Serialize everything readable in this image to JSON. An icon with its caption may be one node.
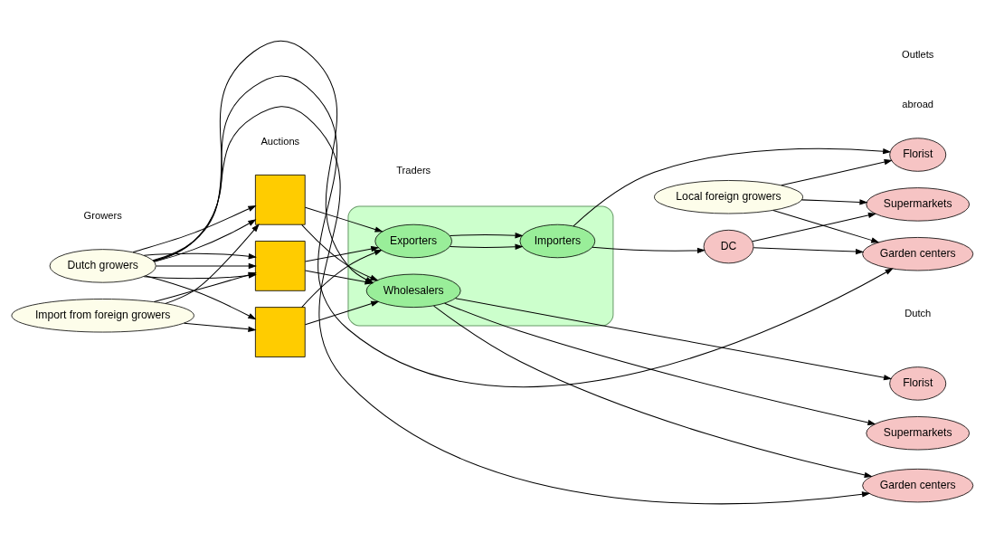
{
  "diagram": {
    "nodes": [
      {
        "text": [
          "Dutch growers"
        ]
      },
      {
        "text": [
          "Import from foreign growers"
        ]
      },
      {
        "text": [],
        "shape": "box"
      },
      {
        "text": [],
        "shape": "box"
      },
      {
        "text": [],
        "shape": "box"
      },
      {
        "text": [],
        "shape": "ellipse"
      },
      {
        "text": [
          "Exporters"
        ],
        "in": 5
      },
      {
        "text": [
          "Wholesalers"
        ],
        "in": 5
      },
      {
        "text": [
          "Importers"
        ],
        "in": 5
      },
      {
        "text": [
          "Local foreign growers"
        ]
      },
      {
        "text": [
          "DC"
        ]
      },
      {
        "text": [
          "Florist"
        ]
      },
      {
        "text": [
          "Supermarkets"
        ]
      },
      {
        "text": [
          "Garden centers"
        ]
      },
      {
        "text": [
          "Florist"
        ]
      },
      {
        "text": [
          "Supermarkets"
        ]
      },
      {
        "text": [
          "Garden centers"
        ]
      }
    ],
    "edges": [
      {
        "from": 0,
        "to": 3,
        "arrow": "to"
      },
      {
        "from": 0,
        "to": 4,
        "arrow": "to"
      },
      {
        "from": 0,
        "to": 3,
        "arrow": "to"
      },
      {
        "from": 0,
        "to": 2,
        "arrow": "to"
      },
      {
        "from": 0,
        "to": 2,
        "arrow": "to"
      },
      {
        "from": 0,
        "to": 3,
        "arrow": "to"
      },
      {
        "from": 1,
        "to": 2,
        "arrow": "to"
      },
      {
        "from": 1,
        "to": 3,
        "arrow": "to"
      },
      {
        "from": 1,
        "to": 4,
        "arrow": "to"
      },
      {
        "from": 2,
        "to": 6,
        "arrow": "to"
      },
      {
        "from": 2,
        "to": 7,
        "arrow": "to"
      },
      {
        "from": 3,
        "to": 6,
        "arrow": "to"
      },
      {
        "from": 3,
        "to": 7,
        "arrow": "to"
      },
      {
        "from": 4,
        "to": 6,
        "arrow": "to"
      },
      {
        "from": 4,
        "to": 7,
        "arrow": "to"
      },
      {
        "from": 0,
        "to": 7,
        "arrow": "to"
      },
      {
        "from": 6,
        "to": 8,
        "arrow": "to"
      },
      {
        "from": 6,
        "to": 8,
        "arrow": "to"
      },
      {
        "from": 8,
        "to": 11,
        "arrow": "to"
      },
      {
        "from": 8,
        "to": 10,
        "arrow": "to"
      },
      {
        "from": 9,
        "to": 11,
        "arrow": "to"
      },
      {
        "from": 9,
        "to": 12,
        "arrow": "to"
      },
      {
        "from": 9,
        "to": 13,
        "arrow": "to"
      },
      {
        "from": 10,
        "to": 12,
        "arrow": "to"
      },
      {
        "from": 10,
        "to": 13,
        "arrow": "to"
      },
      {
        "from": 7,
        "to": 14,
        "arrow": "to"
      },
      {
        "from": 7,
        "to": 15,
        "arrow": "to"
      },
      {
        "from": 7,
        "to": 16,
        "arrow": "to"
      },
      {
        "from": 0,
        "to": 16,
        "arrow": "to"
      },
      {
        "from": 0,
        "to": 13,
        "arrow": "to"
      }
    ],
    "labels": [
      "Growers",
      "Auctions",
      "Traders",
      "Outlets",
      "abroad",
      "Dutch"
    ]
  }
}
